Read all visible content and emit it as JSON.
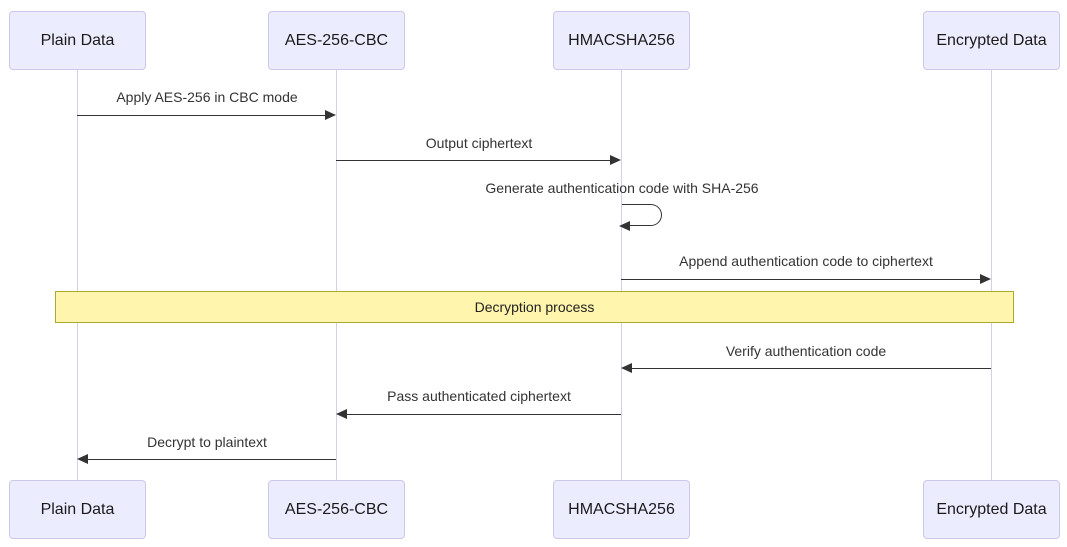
{
  "diagram": {
    "type": "sequence-diagram",
    "colors": {
      "actor_fill": "#ECECFF",
      "actor_border": "#cfc7e8",
      "lifeline": "#d5d0ea",
      "arrow": "#333333",
      "note_fill": "#fff5ad",
      "note_border": "#aaaa33",
      "background": "#ffffff"
    }
  },
  "actors": [
    "Plain Data",
    "AES-256-CBC",
    "HMACSHA256",
    "Encrypted Data"
  ],
  "messages": [
    {
      "from": "Plain Data",
      "to": "AES-256-CBC",
      "direction": "right",
      "label": "Apply AES-256 in CBC mode"
    },
    {
      "from": "AES-256-CBC",
      "to": "HMACSHA256",
      "direction": "right",
      "label": "Output ciphertext"
    },
    {
      "from": "HMACSHA256",
      "to": "HMACSHA256",
      "direction": "self",
      "label": "Generate authentication code with SHA-256"
    },
    {
      "from": "HMACSHA256",
      "to": "Encrypted Data",
      "direction": "right",
      "label": "Append authentication code to ciphertext"
    },
    {
      "from": "Encrypted Data",
      "to": "HMACSHA256",
      "direction": "left",
      "label": "Verify authentication code"
    },
    {
      "from": "HMACSHA256",
      "to": "AES-256-CBC",
      "direction": "left",
      "label": "Pass authenticated ciphertext"
    },
    {
      "from": "AES-256-CBC",
      "to": "Plain Data",
      "direction": "left",
      "label": "Decrypt to plaintext"
    }
  ],
  "note": {
    "label": "Decryption process",
    "span": "Plain Data to Encrypted Data"
  }
}
